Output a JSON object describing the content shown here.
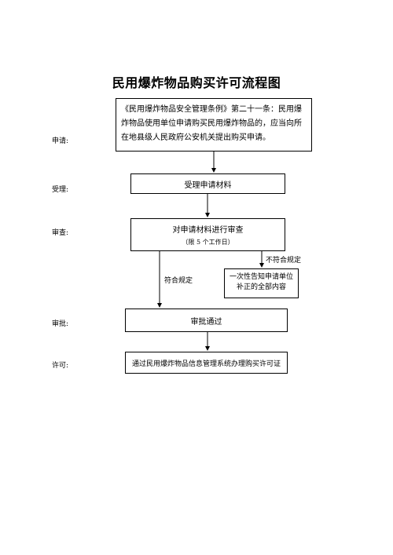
{
  "title": "民用爆炸物品购买许可流程图",
  "stages": {
    "apply": "申请:",
    "accept": "受理:",
    "review": "审查:",
    "approve": "审批:",
    "permit": "许可:"
  },
  "boxes": {
    "application": "《民用爆炸物品安全管理条例》第二十一条：民用爆炸物品使用单位申请购买民用爆炸物品的，应当向所在地县级人民政府公安机关提出购买申请。",
    "accept": "受理申请材料",
    "review_main": "对申请材料进行审查",
    "review_sub": "（限 5 个工作日）",
    "notice": "一次性告知申请单位补正的全部内容",
    "approve": "审批通过",
    "permit": "通过民用爆炸物品信息管理系统办理购买许可证"
  },
  "edge_labels": {
    "non_compliant": "不符合规定",
    "compliant": "符合规定"
  }
}
